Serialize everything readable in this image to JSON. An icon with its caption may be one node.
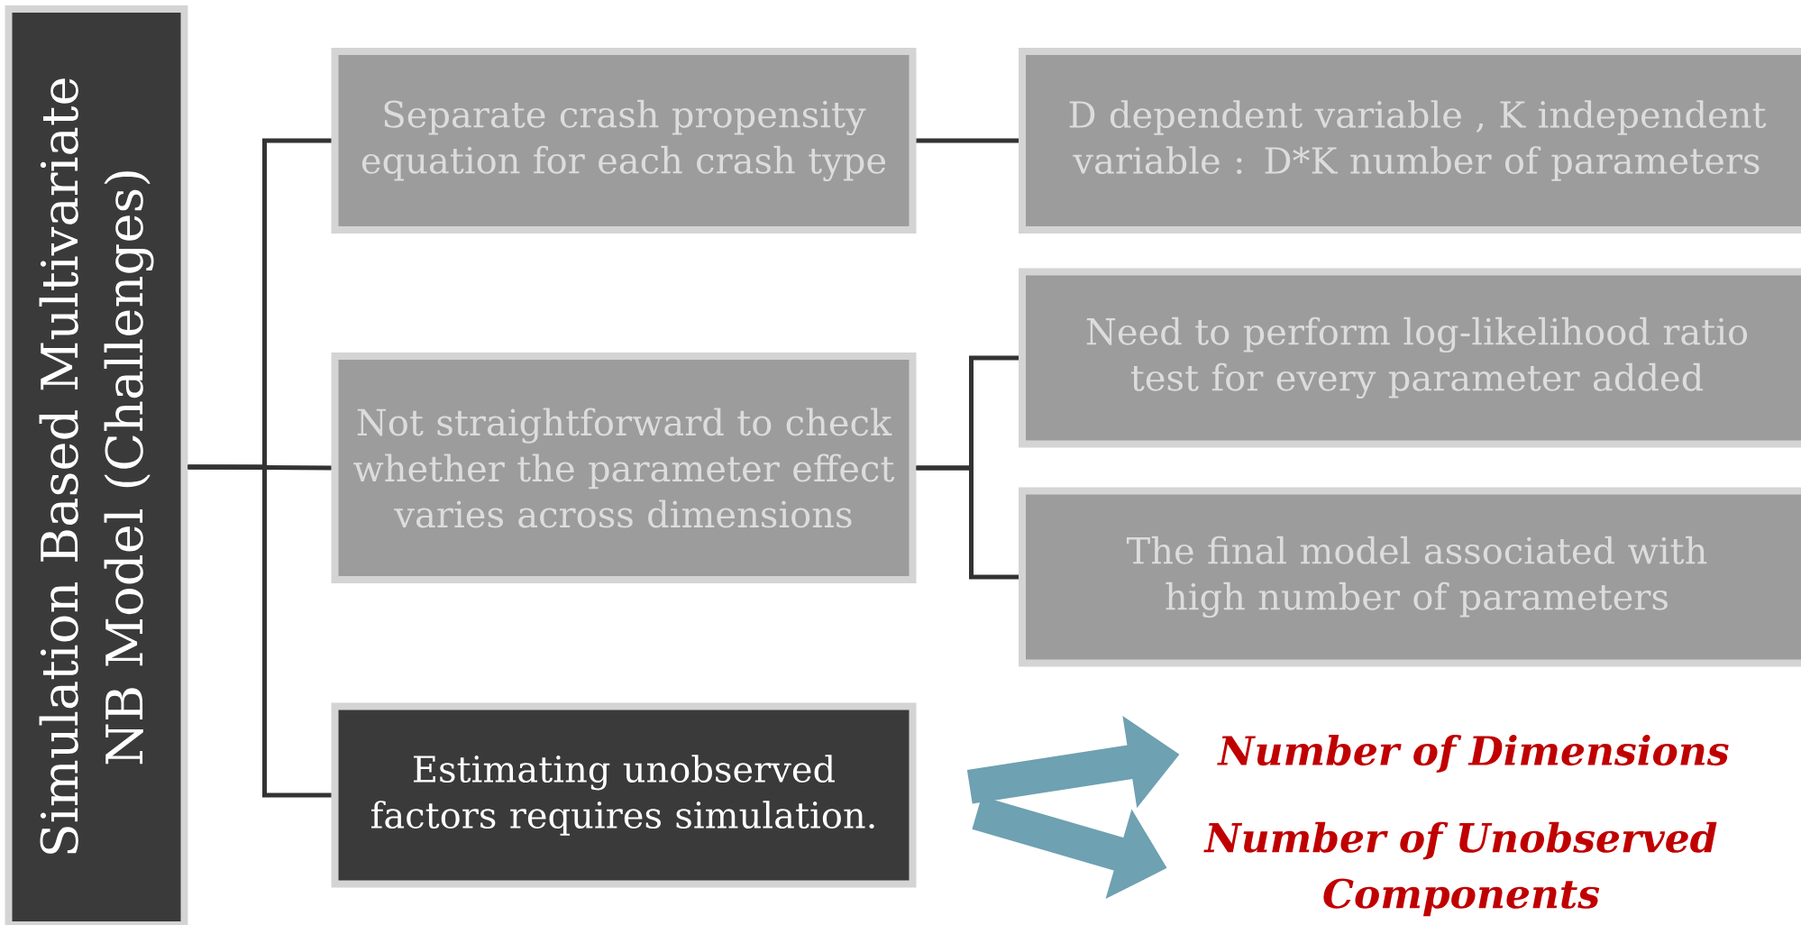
{
  "diagram": {
    "nodes": [
      {
        "text": [
          "Simulation Based Multivariate NB Model (Challenges)"
        ]
      },
      {
        "text": [
          "Separate crash propensity equation for each crash type"
        ]
      },
      {
        "text": [
          "Not straightforward to check whether the parameter effect varies across dimensions"
        ]
      },
      {
        "text": [
          "Estimating unobserved factors requires simulation."
        ]
      },
      {
        "text": [
          "D dependent variable , K independent variable : D*K number of parameters"
        ]
      },
      {
        "text": [
          "Need to perform log-likelihood ratio test for every parameter added"
        ]
      },
      {
        "text": [
          "The final model associated with high number of parameters"
        ]
      },
      {
        "text": [
          "Number of Dimensions"
        ]
      },
      {
        "text": [
          "Number of Unobserved Components"
        ]
      }
    ],
    "edges": [
      {
        "from": 0,
        "to": 1,
        "arrow": "none"
      },
      {
        "from": 0,
        "to": 2,
        "arrow": "none"
      },
      {
        "from": 0,
        "to": 3,
        "arrow": "none"
      },
      {
        "from": 1,
        "to": 4,
        "arrow": "none"
      },
      {
        "from": 2,
        "to": 5,
        "arrow": "none"
      },
      {
        "from": 2,
        "to": 6,
        "arrow": "none"
      },
      {
        "from": 3,
        "to": 7,
        "arrow": "to",
        "style": "thick",
        "color": "#6ea1b1"
      },
      {
        "from": 3,
        "to": 8,
        "arrow": "to",
        "style": "thick",
        "color": "#6ea1b1"
      }
    ]
  }
}
